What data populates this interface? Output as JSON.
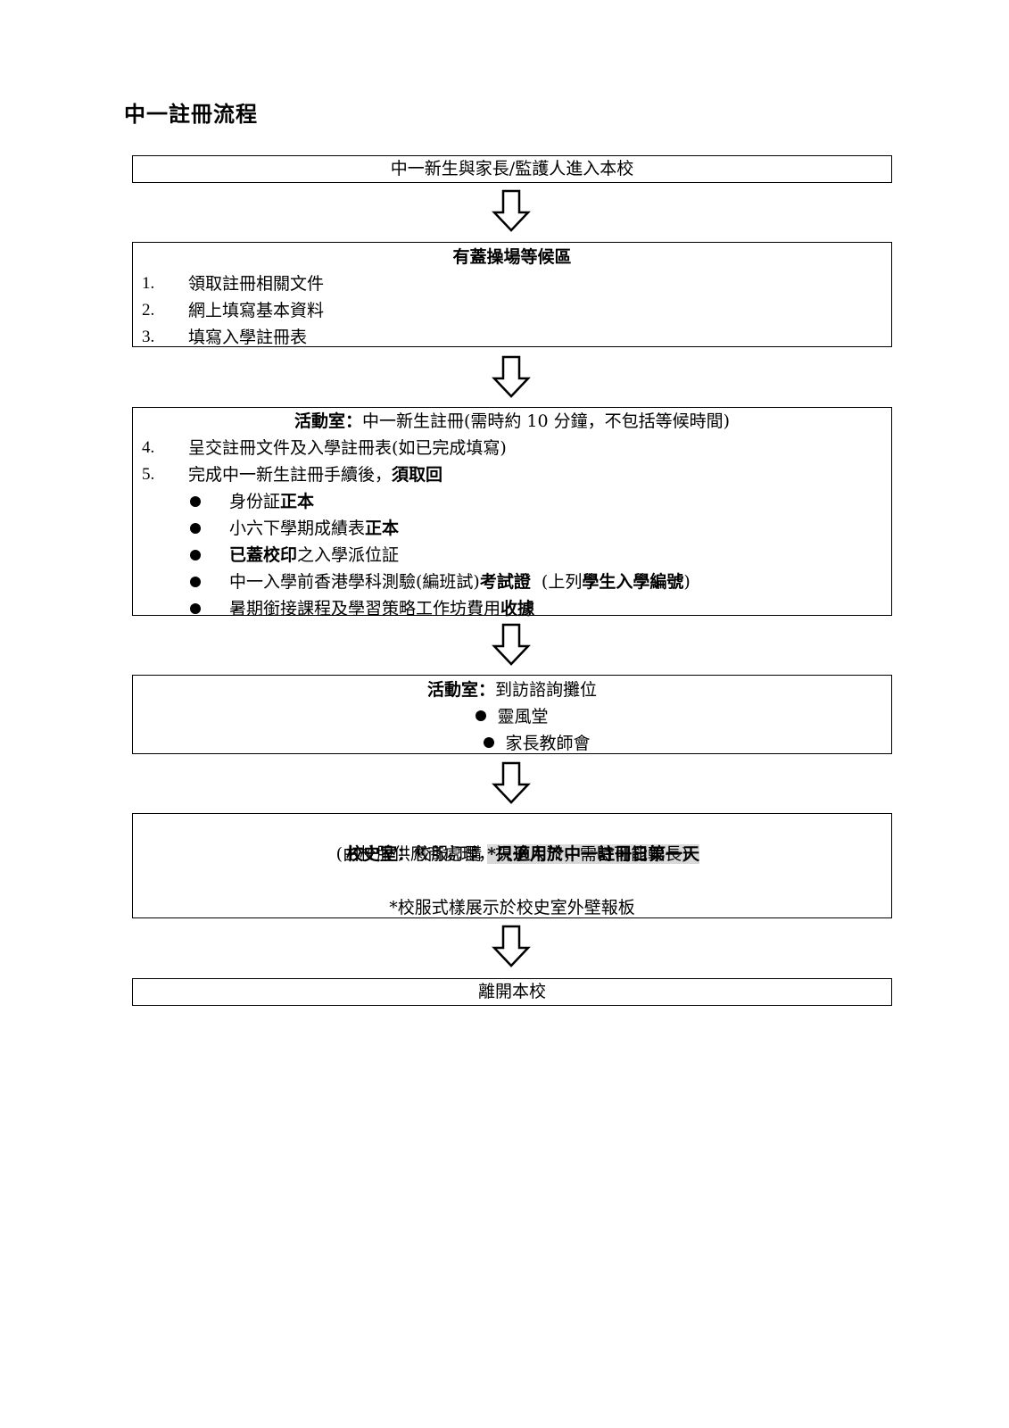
{
  "title": "中一註冊流程",
  "step1": {
    "text": "中一新生與家長/監護人進入本校"
  },
  "step2": {
    "heading": "有蓋操場等候區",
    "items": [
      {
        "num": "1.",
        "text": "領取註冊相關文件"
      },
      {
        "num": "2.",
        "text": "網上填寫基本資料"
      },
      {
        "num": "3.",
        "text": "填寫入學註冊表"
      }
    ]
  },
  "step3": {
    "heading_bold": "活動室：",
    "heading_rest": "中一新生註冊(需時約 10 分鐘，不包括等候時間)",
    "item4": {
      "num": "4.",
      "text": "呈交註冊文件及入學註冊表(如已完成填寫)"
    },
    "item5": {
      "num": "5.",
      "text": "完成中一新生註冊手續後，",
      "bold": "須取回"
    },
    "bullets": [
      {
        "a": "身份証",
        "b": "正本"
      },
      {
        "a": "小六下學期成績表",
        "b": "正本"
      },
      {
        "b": "已蓋校印",
        "a": "之入學派位証"
      },
      {
        "a": "中一入學前香港學科測驗(編班試)",
        "b": "考試證",
        "c": "  (上列",
        "d": "學生入學編號",
        "e": ")"
      },
      {
        "a": "暑期銜接課程及學習策略工作坊費用",
        "b": "收據"
      }
    ]
  },
  "step4": {
    "heading_bold": "活動室：",
    "heading_rest": "到訪諮詢攤位",
    "bullets": [
      "靈風堂",
      "家長教師會"
    ]
  },
  "step5": {
    "heading_bold": "校史室：",
    "heading_rest": "校服訂購 ",
    "highlight": "*只適用於中一註冊日第一天",
    "line2": "(由校服供應商處理，視乎人流，需時可能較長)",
    "line3": "*校服式樣展示於校史室外壁報板"
  },
  "step6": {
    "text": "離開本校"
  }
}
